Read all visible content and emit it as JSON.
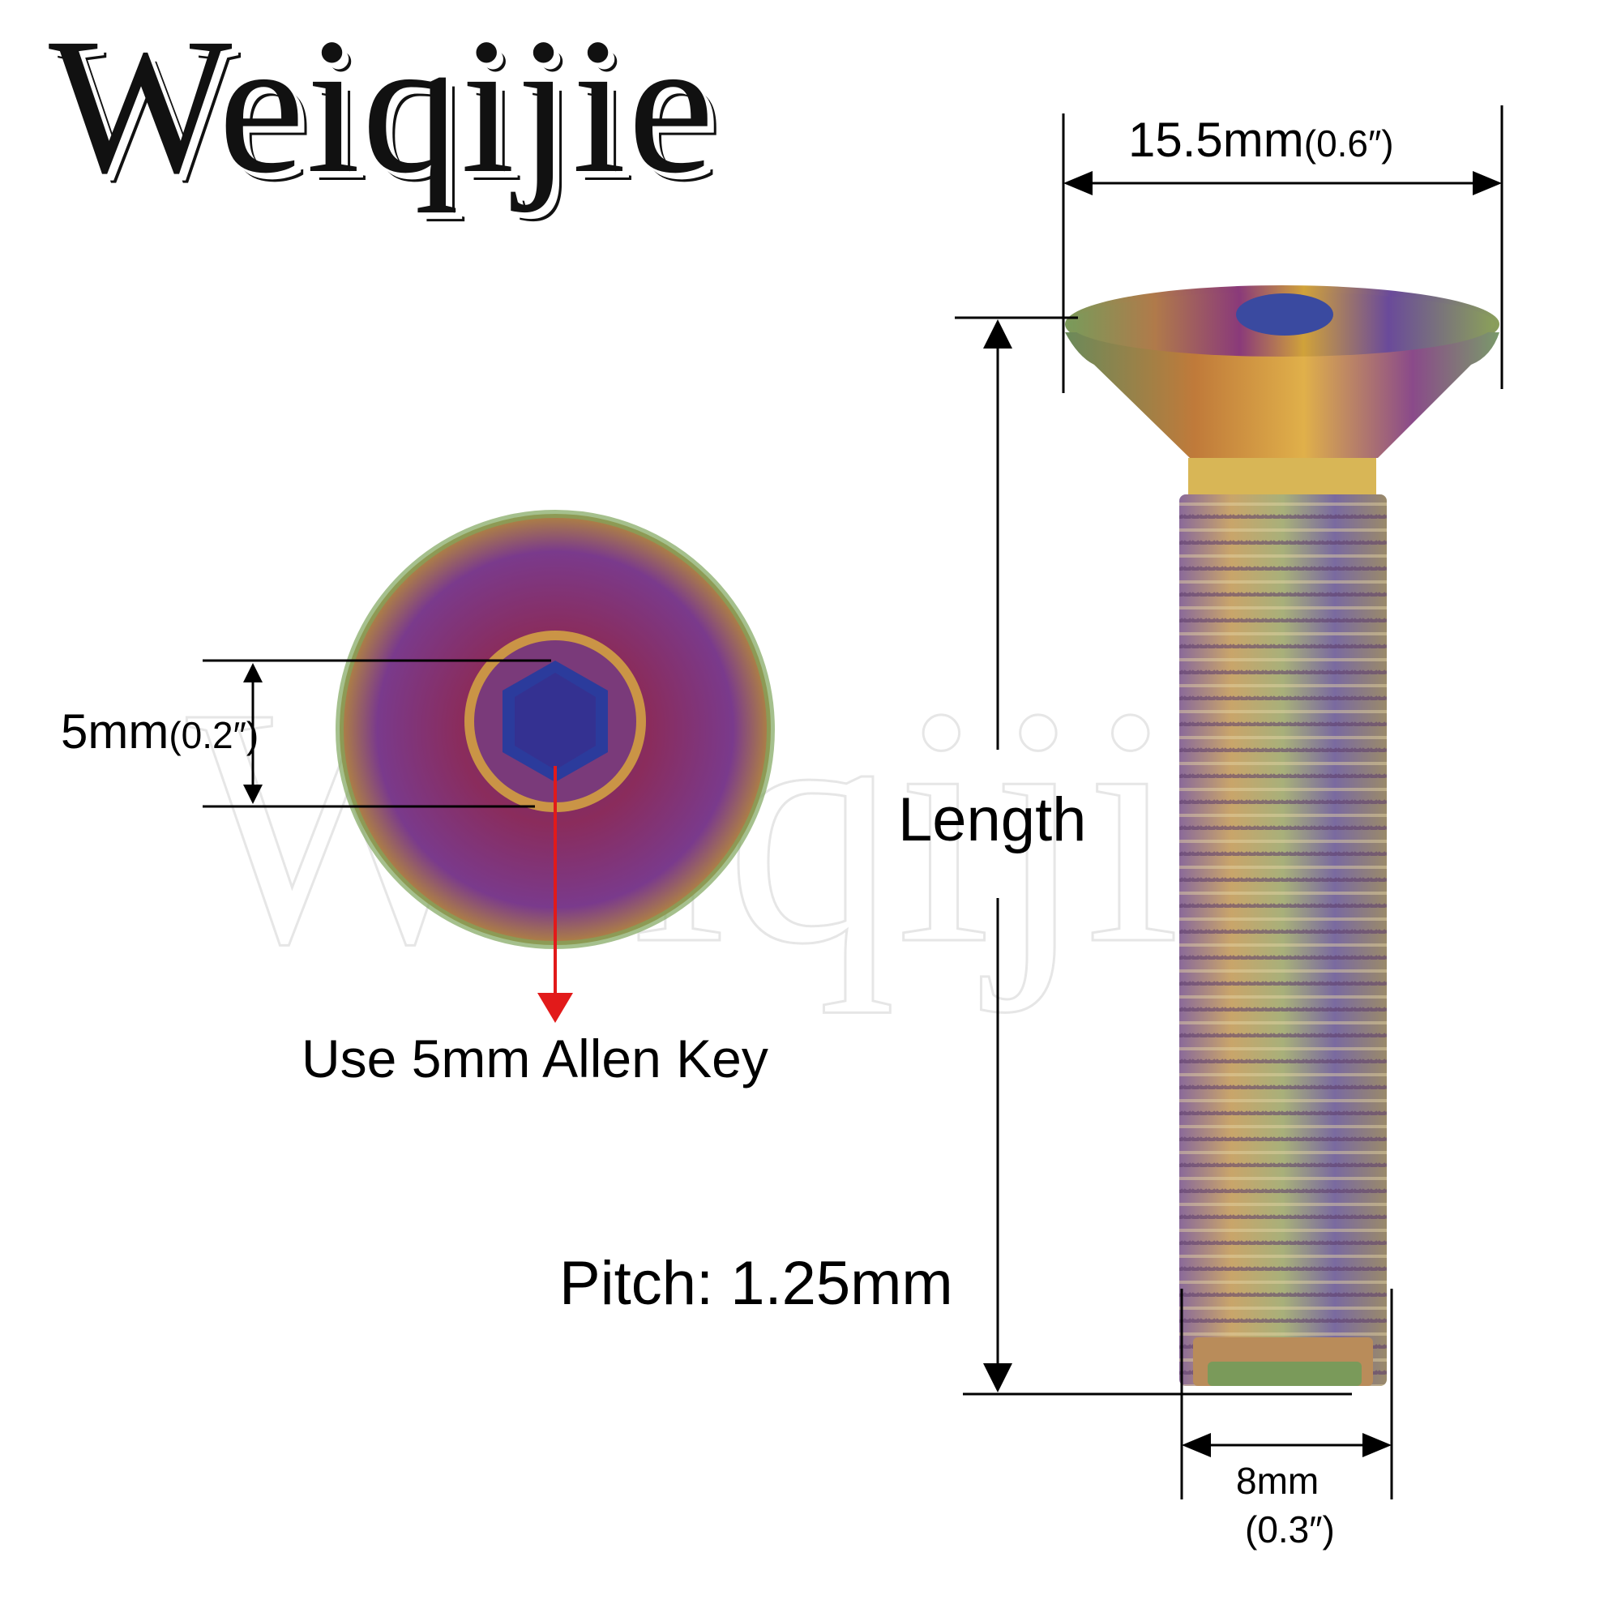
{
  "brand": {
    "logo_text": "Weiqijie"
  },
  "labels": {
    "head_diameter_mm": "15.5mm",
    "head_diameter_in": "(0.6″)",
    "hex_size_mm": "5mm",
    "hex_size_in": "(0.2″)",
    "allen_key": "Use 5mm Allen Key",
    "length": "Length",
    "pitch": "Pitch: 1.25mm",
    "thread_diameter_mm": "8mm",
    "thread_diameter_in": "(0.3″)"
  },
  "colors": {
    "arrow_red": "#e21a1a",
    "line": "#000000",
    "anodized_purple": "#8a2c6c",
    "anodized_blue": "#2a3a9a",
    "anodized_gold": "#c9a23a",
    "anodized_green": "#8fa85a"
  }
}
